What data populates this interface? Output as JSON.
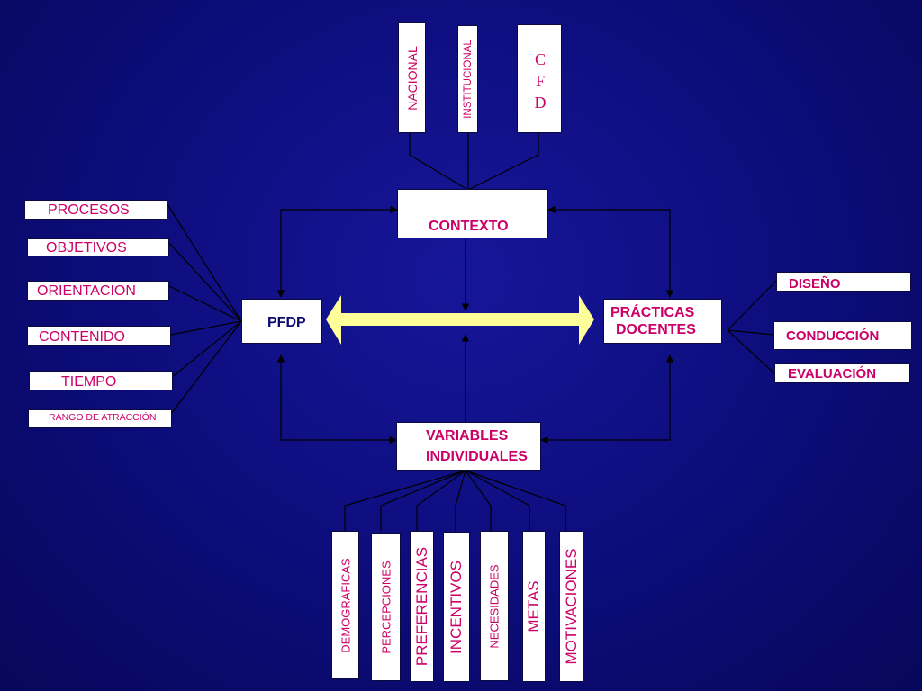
{
  "colors": {
    "background": "#10108a",
    "box_fill": "#ffffff",
    "label_text": "#cc0066",
    "center_text": "#0b0b6e",
    "connector": "#000000",
    "double_arrow": "#ffff99"
  },
  "context_sources": {
    "nacional": "NACIONAL",
    "institucional": "INSTITUCIONAL",
    "cfd": "C F D"
  },
  "center": {
    "contexto": "CONTEXTO",
    "pfdp": "PFDP",
    "practicas_line1": "PRÁCTICAS",
    "practicas_line2": "DOCENTES",
    "variables_line1": "VARIABLES",
    "variables_line2": "INDIVIDUALES"
  },
  "pfdp_factors": {
    "procesos": "PROCESOS",
    "objetivos": "OBJETIVOS",
    "orientacion": "ORIENTACION",
    "contenido": "CONTENIDO",
    "tiempo": "TIEMPO",
    "rango": "RANGO DE ATRACCIÓN"
  },
  "practice_factors": {
    "diseno": "DISEÑO",
    "conduccion": "CONDUCCIÓN",
    "evaluacion": "EVALUACIÓN"
  },
  "individual_factors": {
    "demograficas": "DEMOGRAFICAS",
    "percepciones": "PERCEPCIONES",
    "preferencias": "PREFERENCIAS",
    "incentivos": "INCENTIVOS",
    "necesidades": "NECESIDADES",
    "metas": "METAS",
    "motivaciones": "MOTIVACIONES"
  }
}
